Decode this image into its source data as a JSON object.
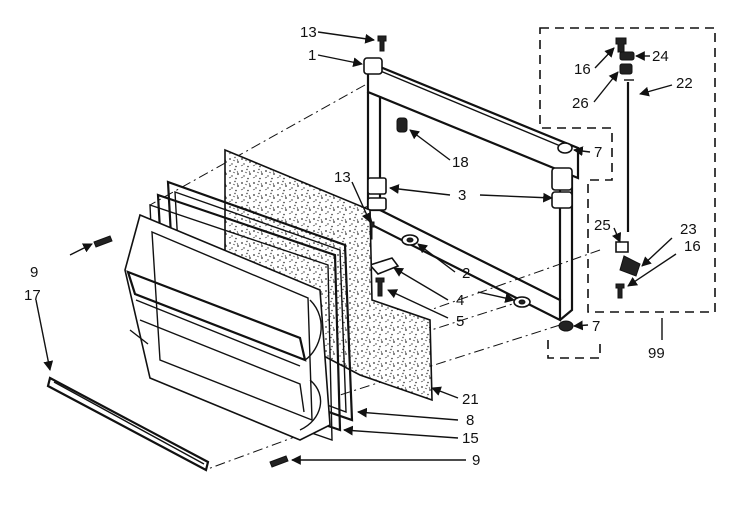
{
  "callouts": [
    {
      "id": "c13a",
      "text": "13"
    },
    {
      "id": "c1",
      "text": "1"
    },
    {
      "id": "c16a",
      "text": "16"
    },
    {
      "id": "c24",
      "text": "24"
    },
    {
      "id": "c26",
      "text": "26"
    },
    {
      "id": "c22",
      "text": "22"
    },
    {
      "id": "c7a",
      "text": "7"
    },
    {
      "id": "c18",
      "text": "18"
    },
    {
      "id": "c13b",
      "text": "13"
    },
    {
      "id": "c3",
      "text": "3"
    },
    {
      "id": "c25",
      "text": "25"
    },
    {
      "id": "c23",
      "text": "23"
    },
    {
      "id": "c16b",
      "text": "16"
    },
    {
      "id": "c9a",
      "text": "9"
    },
    {
      "id": "c17",
      "text": "17"
    },
    {
      "id": "c2",
      "text": "2"
    },
    {
      "id": "c4",
      "text": "4"
    },
    {
      "id": "c5",
      "text": "5"
    },
    {
      "id": "c7b",
      "text": "7"
    },
    {
      "id": "c99",
      "text": "99"
    },
    {
      "id": "c21",
      "text": "21"
    },
    {
      "id": "c8",
      "text": "8"
    },
    {
      "id": "c15",
      "text": "15"
    },
    {
      "id": "c9b",
      "text": "9"
    }
  ]
}
